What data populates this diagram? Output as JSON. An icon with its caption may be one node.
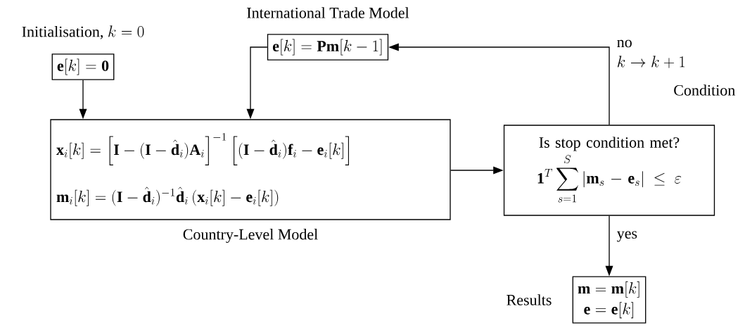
{
  "diagram": {
    "nodes": [
      {
        "text": [
          "\\text{Initialisation, } k = 0",
          "\\mathbf{e}[k] = \\mathbf{0}"
        ]
      },
      {
        "text": [
          "International Trade Model",
          "\\mathbf{e}[k] = \\mathbf{Pm}[k-1]"
        ]
      },
      {
        "text": [
          "\\mathbf{x}_i[k] = \\left[\\mathbf{I} - (\\mathbf{I}-\\hat{\\mathbf{d}}_i)\\mathbf{A}_i\\right]^{-1} \\left[(\\mathbf{I}-\\hat{\\mathbf{d}}_i)\\mathbf{f}_i - \\mathbf{e}_i[k]\\right]",
          "\\mathbf{m}_i[k] = (\\mathbf{I}-\\hat{\\mathbf{d}}_i)^{-1}\\hat{\\mathbf{d}}_i\\left(\\mathbf{x}_i[k]-\\mathbf{e}_i[k]\\right)"
        ],
        "beside": [
          "Country-Level Model"
        ]
      },
      {
        "text": [
          "Condition",
          "Is stop condition met?",
          "\\mathbf{1}^T \\sum_{s=1}^{S} |\\mathbf{m}_s - \\mathbf{e}_s| \\le \\varepsilon"
        ]
      },
      {
        "text": [
          "\\mathbf{m} = \\mathbf{m}[k]",
          "\\mathbf{e} = \\mathbf{e}[k]"
        ],
        "beside": [
          "Results"
        ]
      }
    ],
    "edges": [
      {
        "from": 0,
        "to": 2,
        "arrow": "to"
      },
      {
        "from": 1,
        "to": 2,
        "arrow": "to"
      },
      {
        "from": 2,
        "to": 3,
        "arrow": "to"
      },
      {
        "from": 3,
        "to": 1,
        "arrow": "to",
        "label": "no"
      },
      {
        "from": 3,
        "to": 4,
        "arrow": "to",
        "label": "yes"
      }
    ],
    "labels": [
      "k \\rightarrow k+1"
    ]
  }
}
